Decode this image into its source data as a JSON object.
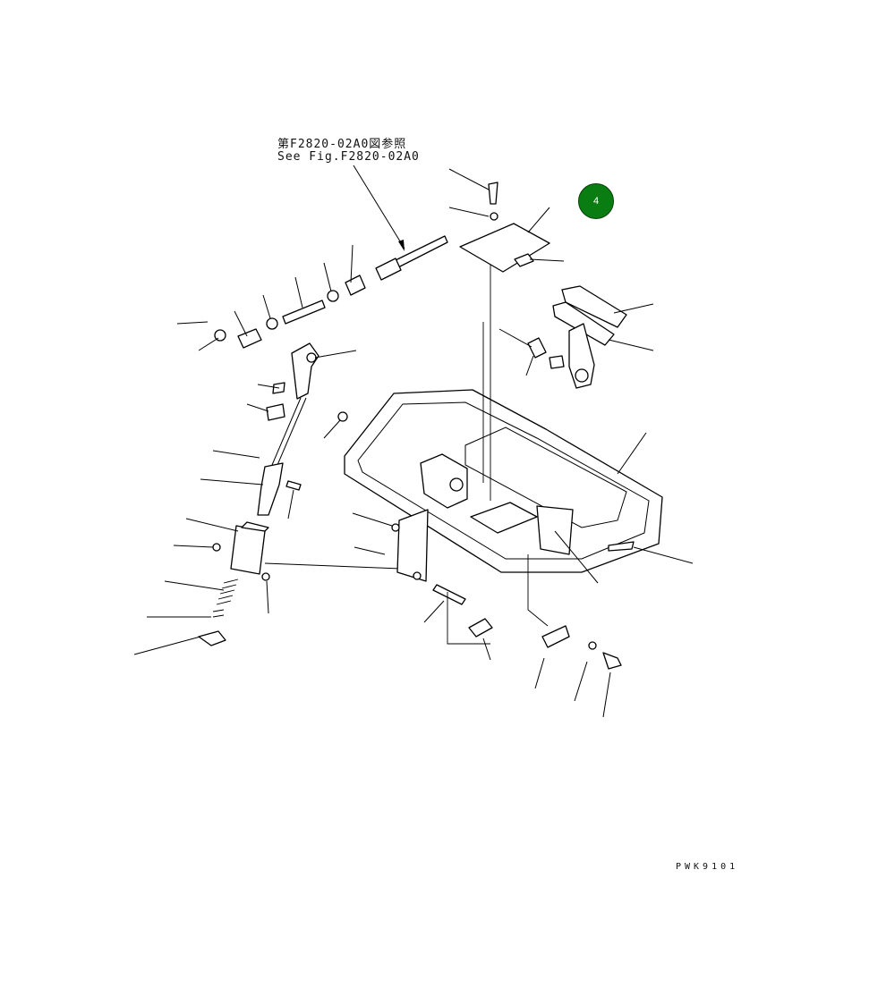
{
  "reference_note": {
    "jp": "第F2820-02A0図参照",
    "en": "See Fig.F2820-02A0"
  },
  "callout_number": "4",
  "callout_color": "#0a7d12",
  "drawing_code": "PWK9101"
}
